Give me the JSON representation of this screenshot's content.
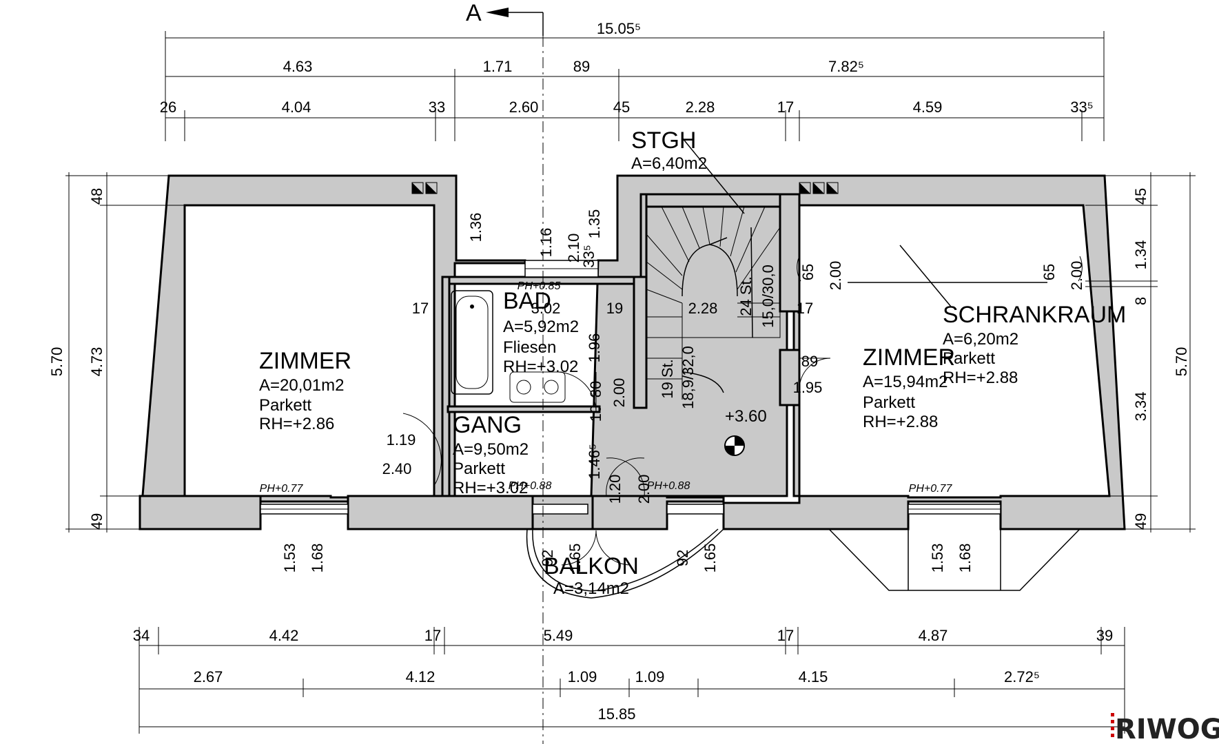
{
  "section_marker": "A",
  "dimensions": {
    "top_total": "15.05⁵",
    "top_row2": [
      "4.63",
      "1.71",
      "89",
      "7.82⁵"
    ],
    "top_row3": [
      "26",
      "4.04",
      "33",
      "2.60",
      "45",
      "2.28",
      "17",
      "4.59",
      "33⁵"
    ],
    "left_total": "5.70",
    "left_parts": [
      "48",
      "4.73",
      "49"
    ],
    "right_total": "5.70",
    "right_parts": [
      "45",
      "1.34",
      "8",
      "3.34",
      "49"
    ],
    "bottom_row1": [
      "34",
      "4.42",
      "17",
      "5.49",
      "17",
      "4.87",
      "39"
    ],
    "bottom_row2": [
      "2.67",
      "4.12",
      "1.09",
      "1.09",
      "4.15",
      "2.72⁵"
    ],
    "bottom_total": "15.85",
    "inner": [
      "1.36",
      "1.16",
      "2.10",
      "33⁵",
      "1.35",
      "17",
      "3.02",
      "19",
      "1.96",
      "2.28",
      "17",
      "80",
      "2.00",
      "10",
      "1.46⁵",
      "1.20",
      "2.00",
      "89",
      "1.95",
      "1.19",
      "2.40",
      "65",
      "2.00",
      "65",
      "2.00",
      "15,0/30,0",
      "24 St.",
      "19 St.",
      "18,9/32,0"
    ]
  },
  "rooms": {
    "zimmer_left": {
      "name": "ZIMMER",
      "area": "A=20,01m2",
      "floor": "Parkett",
      "rh": "RH=+2.86"
    },
    "bad": {
      "name": "BAD",
      "area": "A=5,92m2",
      "floor": "Fliesen",
      "rh": "RH=+3.02"
    },
    "gang": {
      "name": "GANG",
      "area": "A=9,50m2",
      "floor": "Parkett",
      "rh": "RH=+3.02"
    },
    "stgh": {
      "name": "STGH",
      "area": "A=6,40m2"
    },
    "zimmer_right": {
      "name": "ZIMMER",
      "area": "A=15,94m2",
      "floor": "Parkett",
      "rh": "RH=+2.88"
    },
    "schrankraum": {
      "name": "SCHRANKRAUM",
      "area": "A=6,20m2",
      "floor": "Parkett",
      "rh": "RH=+2.88"
    },
    "balkon": {
      "name": "BALKON",
      "area": "A=3,14m2"
    }
  },
  "level_mark": "+3.60",
  "parapets": {
    "bad": "PH+0.85",
    "left": "PH+0.77",
    "balcony_left": "PH+0.88",
    "balcony_right": "PH+0.88",
    "right": "PH+0.77"
  },
  "windows": {
    "left": [
      "1.53",
      "1.68"
    ],
    "balcony_left": [
      "92",
      "1.65"
    ],
    "balcony_right": [
      "92",
      "1.65"
    ],
    "right": [
      "1.53",
      "1.68"
    ]
  },
  "logo": "RIWOG"
}
